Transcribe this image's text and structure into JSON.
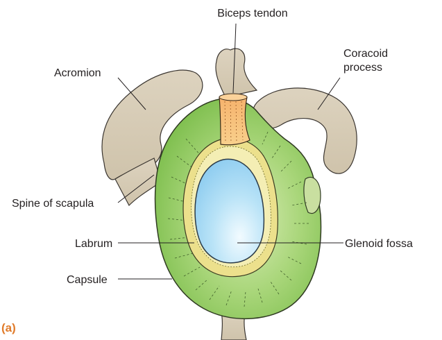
{
  "labels": {
    "biceps_tendon": "Biceps tendon",
    "acromion": "Acromion",
    "coracoid_line1": "Coracoid",
    "coracoid_line2": "process",
    "spine_of_scapula": "Spine of scapula",
    "labrum": "Labrum",
    "glenoid_fossa": "Glenoid fossa",
    "capsule": "Capsule"
  },
  "panel_label": "(a)",
  "colors": {
    "bone": "#d6cbb6",
    "bone_outline": "#3a3530",
    "capsule_green": "#8fc85e",
    "capsule_light": "#c8e3a0",
    "labrum_yellow": "#e9dc8a",
    "tendon_orange": "#f2a35e",
    "fossa_blue": "#9ad4f2",
    "panel_label": "#e07b2a"
  }
}
